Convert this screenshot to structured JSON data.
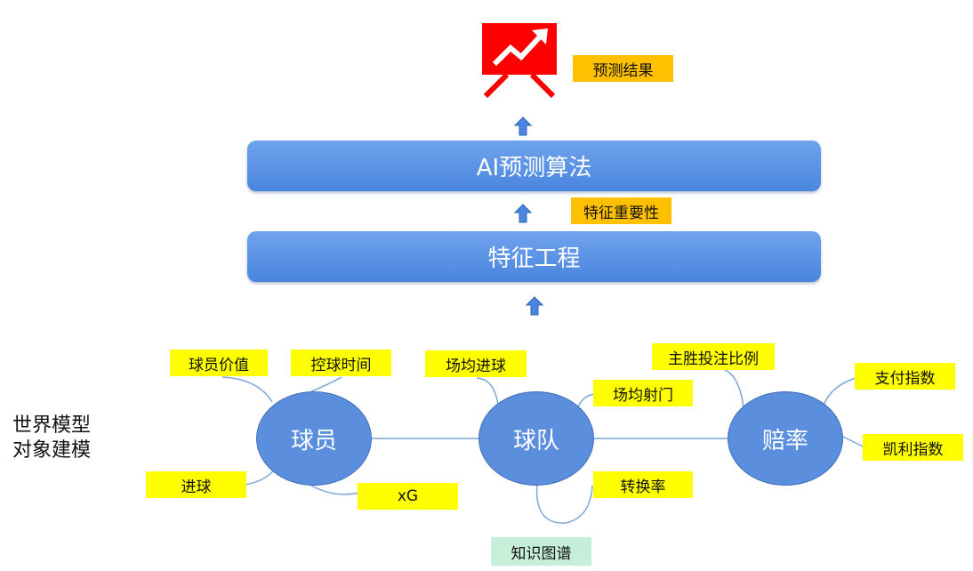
{
  "result": {
    "icon": "presentation-chart-icon",
    "icon_color": "#ff0000",
    "label": "预测结果"
  },
  "algorithm_bar": {
    "label": "AI预测算法"
  },
  "feature_importance": {
    "label": "特征重要性"
  },
  "feature_engineering_bar": {
    "label": "特征工程"
  },
  "world_model": {
    "line1": "世界模型",
    "line2": "对象建模"
  },
  "nodes": {
    "player": "球员",
    "team": "球队",
    "odds": "赔率"
  },
  "player_attributes": {
    "value": "球员价值",
    "possession_time": "控球时间",
    "goals": "进球",
    "xg": "xG"
  },
  "team_attributes": {
    "avg_goals": "场均进球",
    "avg_shots": "场均射门",
    "conversion_rate": "转换率"
  },
  "odds_attributes": {
    "home_win_ratio": "主胜投注比例",
    "payout_index": "支付指数",
    "kelly_index": "凯利指数"
  },
  "knowledge_graph": {
    "label": "知识图谱"
  },
  "colors": {
    "bar_blue": "#5b8fdd",
    "tag_yellow": "#ffff00",
    "tag_orange": "#ffc000",
    "tag_mint": "#c6efd9",
    "accent_red": "#ff0000"
  }
}
